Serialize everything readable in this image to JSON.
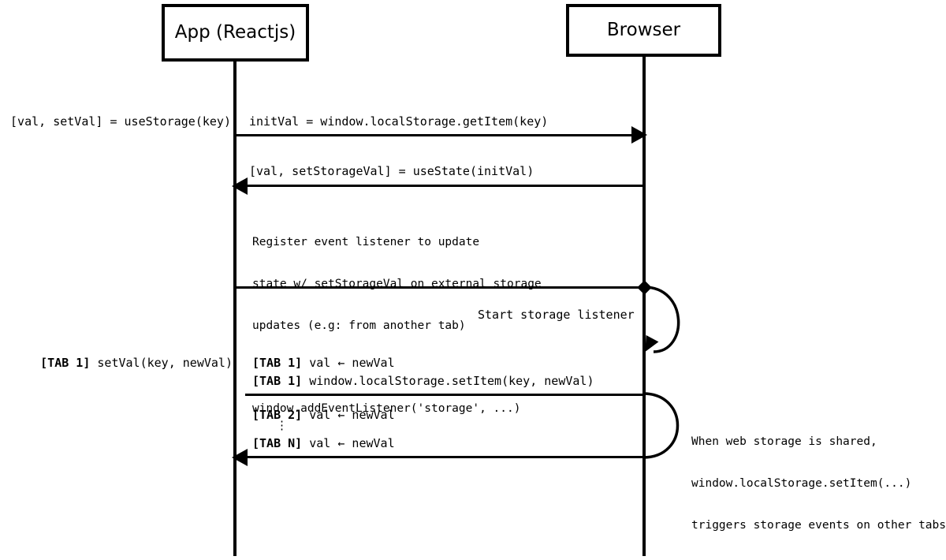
{
  "diagram": {
    "title_app": "App (Reactjs)",
    "title_browser": "Browser",
    "participants": [
      {
        "name": "app",
        "label": "App (Reactjs)"
      },
      {
        "name": "browser",
        "label": "Browser"
      }
    ],
    "messages": [
      {
        "id": "m1",
        "left_label": "[val, setVal] = useStorage(key)",
        "text": "initVal = window.localStorage.getItem(key)",
        "direction": "app-to-browser"
      },
      {
        "id": "m2",
        "text": "[val, setStorageVal] = useState(initVal)",
        "direction": "browser-to-app"
      },
      {
        "id": "m3-note",
        "line1": "Register event listener to update",
        "line2": "state w/ setStorageVal on external storage",
        "line3": "updates (e.g: from another tab)",
        "line4": "window.addEventListener('storage', ...)"
      },
      {
        "id": "m4",
        "text": "Start storage listener",
        "direction": "browser-self-loop"
      },
      {
        "id": "m5",
        "left_label_bold": "[TAB 1]",
        "left_label_rest": " setVal(key, newVal)",
        "line1_bold": "[TAB 1]",
        "line1_rest": " val ← newVal",
        "line2_bold": "[TAB 1]",
        "line2_rest": " window.localStorage.setItem(key, newVal)",
        "direction": "app-to-browser"
      },
      {
        "id": "m6",
        "line1_bold": "[TAB 2]",
        "line1_rest": " val ← newVal",
        "ellipsis": "⋮",
        "line2_bold": "[TAB N]",
        "line2_rest": " val ← newVal",
        "direction": "browser-to-app"
      }
    ],
    "side_note": {
      "line1": "When web storage is shared,",
      "line2": "window.localStorage.setItem(...)",
      "line3": "triggers storage events on other tabs"
    },
    "colors": {
      "stroke": "#000000",
      "background": "#ffffff"
    }
  }
}
